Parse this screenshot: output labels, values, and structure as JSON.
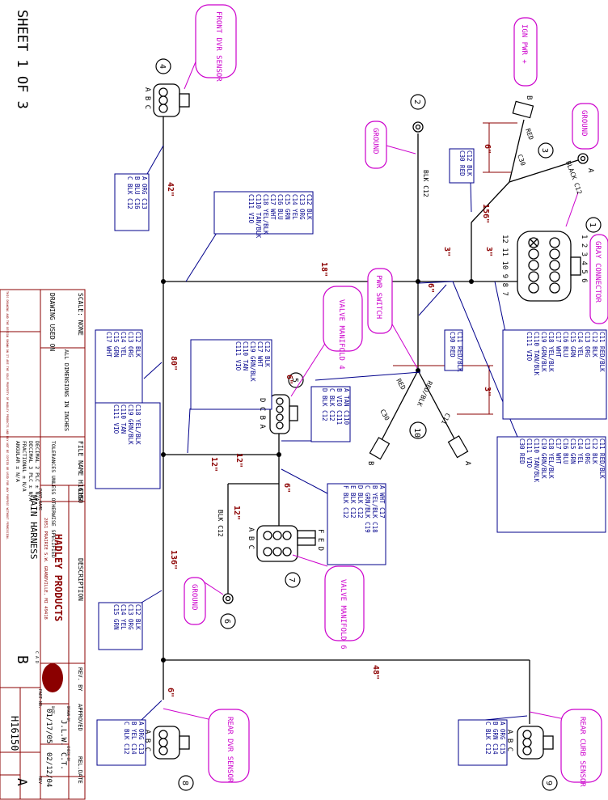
{
  "sheet": "SHEET 1 OF 3",
  "colors": {
    "wire": "#000000",
    "dimension": "#8b0000",
    "callout": "#cc00cc",
    "box": "#00008b",
    "leader": "#00008b"
  },
  "callouts": {
    "front_dvr": "FRONT DVR SENSOR",
    "ign_pwr": "IGN PWR +",
    "ground_top": "GROUND",
    "ground_left": "GROUND",
    "gray_connector": "GRAY CONNECTOR",
    "valve_manifold_4": "VALVE MANIFOLD 4",
    "pwr_switch": "PWR SWITCH",
    "valve_manifold_6": "VALVE MANIFOLD 6",
    "ground_bottom": "GROUND",
    "rear_dvr": "REAR DVR SENSOR",
    "rear_curb": "REAR CURB SENSOR"
  },
  "nodes": [
    "4",
    "2",
    "3",
    "1",
    "5",
    "10",
    "7",
    "6",
    "8",
    "9"
  ],
  "dimensions": [
    "42\"",
    "18\"",
    "3\"",
    "3\"",
    "12\"",
    "156\"",
    "6\"",
    "6\"",
    "80\"",
    "6\"",
    "12\"",
    "6\"",
    "3\"",
    "12\"",
    "136\"",
    "48\"",
    "6\""
  ],
  "wire_labels": {
    "blk_c12_main": "BLK C12",
    "blk_c12_lower": "BLK C12",
    "red": "RED",
    "c30": "C30",
    "black_c12": "BLACK C12",
    "red_sw": "RED",
    "c30_sw": "C30",
    "red_blk": "RED/BLK",
    "c11": "C11"
  },
  "pin_labels": {
    "front_dvr": "A B C",
    "valve4": "D C B A",
    "valve6_top": "F E D",
    "valve6_bottom": "A B C",
    "rear_dvr": "A B C",
    "rear_curb": "A B C",
    "gray_top": "12 11 10 9 8 7",
    "gray_bottom": "1 2 3 4 5 6",
    "tab_b_top": "B",
    "tab_a_top": "A",
    "tab_b_sw": "B",
    "tab_a_sw": "A"
  },
  "boxes": {
    "front_dvr": [
      "A ORG C13",
      "B BLU C16",
      "C BLK C12"
    ],
    "main_trunk": [
      "C12 BLK",
      "C13 ORG",
      "C14 YEL",
      "C15 GRN",
      "C16 BLU",
      "C17 WHT",
      "C18 YEL/BLK",
      "C110 TAN/BLK",
      "C111 VIO"
    ],
    "ign": [
      "C12 BLK",
      "C30 RED"
    ],
    "gray": [
      "C11 RED/BLK",
      "C12 BLK",
      "C13 ORG",
      "C14 YEL",
      "C15 GRN",
      "C16 BLU",
      "C17 WHT",
      "C18 YEL/BLK",
      "C19 GRN/BLK",
      "C110 TAN/BLK",
      "C111 VIO"
    ],
    "pwr": [
      "C11 RED/BLK",
      "C30 RED"
    ],
    "valve4_left": [
      "C12 BLK",
      "C17 WHT",
      "C19 GRN/BLK",
      "C110 TAN",
      "C111 VIO"
    ],
    "valve4_pins": [
      "A TAN C110",
      "B VIO C111",
      "C BLK C12",
      "D BLK C12"
    ],
    "left_80_a": [
      "C12 BLK",
      "C13 ORG",
      "C14 YEL",
      "C15 GRN",
      "C17 WHT"
    ],
    "left_80_b": [
      "C18 YEL/BLK",
      "C19 GRN/BLK",
      "C110 TAN",
      "C111 VIO"
    ],
    "pwr_full": [
      "C11 RED/BLK",
      "C12 BLK",
      "C13 ORG",
      "C14 YEL",
      "C15 GRN",
      "C16 BLU",
      "C17 WHT",
      "C18 YEL/BLK",
      "C19 GRN/BLK",
      "C110 TAN/BLK",
      "C111 VIO",
      "C30 RED"
    ],
    "valve6": [
      "A WHT C17",
      "B YEL/BLK C18",
      "C GRN/BLK C19",
      "D BLK C12",
      "E BLK C12",
      "F BLK C12"
    ],
    "left_136": [
      "C12 BLK",
      "C13 ORG",
      "C14 YEL",
      "C15 GRN"
    ],
    "rear_dvr": [
      "A ORG C13",
      "B YEL C14",
      "C BLK C12"
    ],
    "rear_curb": [
      "A ORG C15",
      "B GRN C14",
      "C BLK C12"
    ]
  },
  "title_block": {
    "scale": "SCALE: NONE",
    "drawing_used_on": "DRAWING USED ON",
    "file_name": "FILE NAME H16150",
    "all_dims": "ALL DIMENSIONS IN INCHES",
    "tolerances": "TOLERANCES UNLESS OTHERWISE SPECIFIED",
    "decimal2": "DECIMAL 2 PLC ± N/A",
    "decimal3": "DECIMAL 3 PLC ± N/A",
    "fractional": "FRACTIONAL ± N/A",
    "angular": "ANGULAR ± N/A",
    "chg": "CHG",
    "description": "DESCRIPTION",
    "rev_by": "REV. BY",
    "approved": "APPROVED",
    "rel_date": "REL.DATE",
    "company": "HADLEY PRODUCTS",
    "address": "2851 PRAIRIE S.W. GRANDVILLE, MI 49418",
    "drawn_by_label": "DRAWN BY",
    "drawn_by": "J.L.W.",
    "date_label": "DATE",
    "date1": "01/17/05",
    "check_by_label": "CHECK BY",
    "check_by": "C.T.",
    "date2": "02/12/04",
    "part_name_label": "PART NAME",
    "part_name": "MAIN HARNESS",
    "part_no_label": "PART NO.",
    "part_no": "H16150",
    "size": "B",
    "size_opts": "C A D",
    "rev_label": "REV",
    "rev": "A",
    "notice": "THIS DRAWING AND THE DESIGN SHOWN ON IT ARE THE SOLE PROPERTY OF HADLEY PRODUCTS AND MAY NOT BE COPIED OR USED FOR ANY PURPOSE WITHOUT PERMISSION."
  }
}
